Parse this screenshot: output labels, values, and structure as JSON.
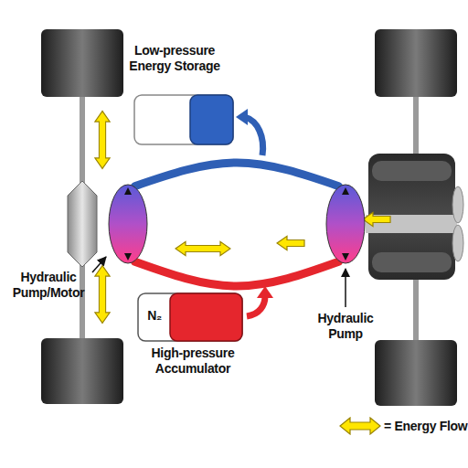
{
  "diagram": {
    "nodes": [
      {
        "text": [
          "Low-pressure Energy Storage"
        ]
      },
      {
        "text": [
          "N₂",
          "High-pressure Accumulator"
        ]
      },
      {
        "text": [
          "Hydraulic Pump/Motor"
        ]
      },
      {
        "text": [
          "Hydraulic Pump"
        ]
      }
    ],
    "edges": [
      {
        "from": 2,
        "to": 3,
        "arrow": "none"
      },
      {
        "from": 2,
        "to": 3,
        "arrow": "none"
      }
    ],
    "legend": [
      {
        "text": "= Energy Flow"
      }
    ]
  }
}
